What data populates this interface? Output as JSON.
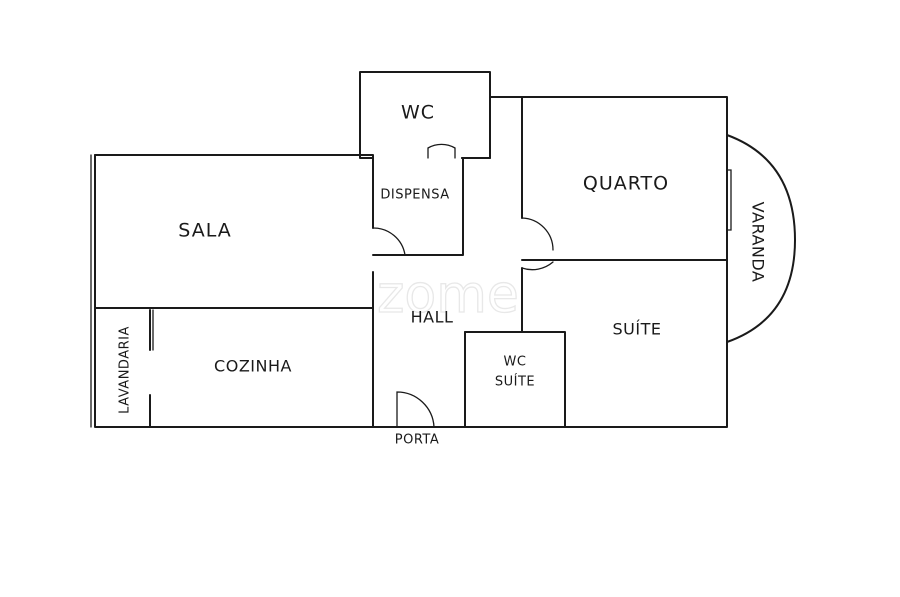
{
  "watermark": "zome",
  "rooms": {
    "wc": "WC",
    "dispensa": "DISPENSA",
    "sala": "SALA",
    "quarto": "QUARTO",
    "varanda": "VARANDA",
    "hall": "HALL",
    "suite": "SUÍTE",
    "lavandaria": "LAVANDARIA",
    "cozinha": "COZINHA",
    "wc_suite_line1": "WC",
    "wc_suite_line2": "SUÍTE",
    "porta": "PORTA"
  }
}
